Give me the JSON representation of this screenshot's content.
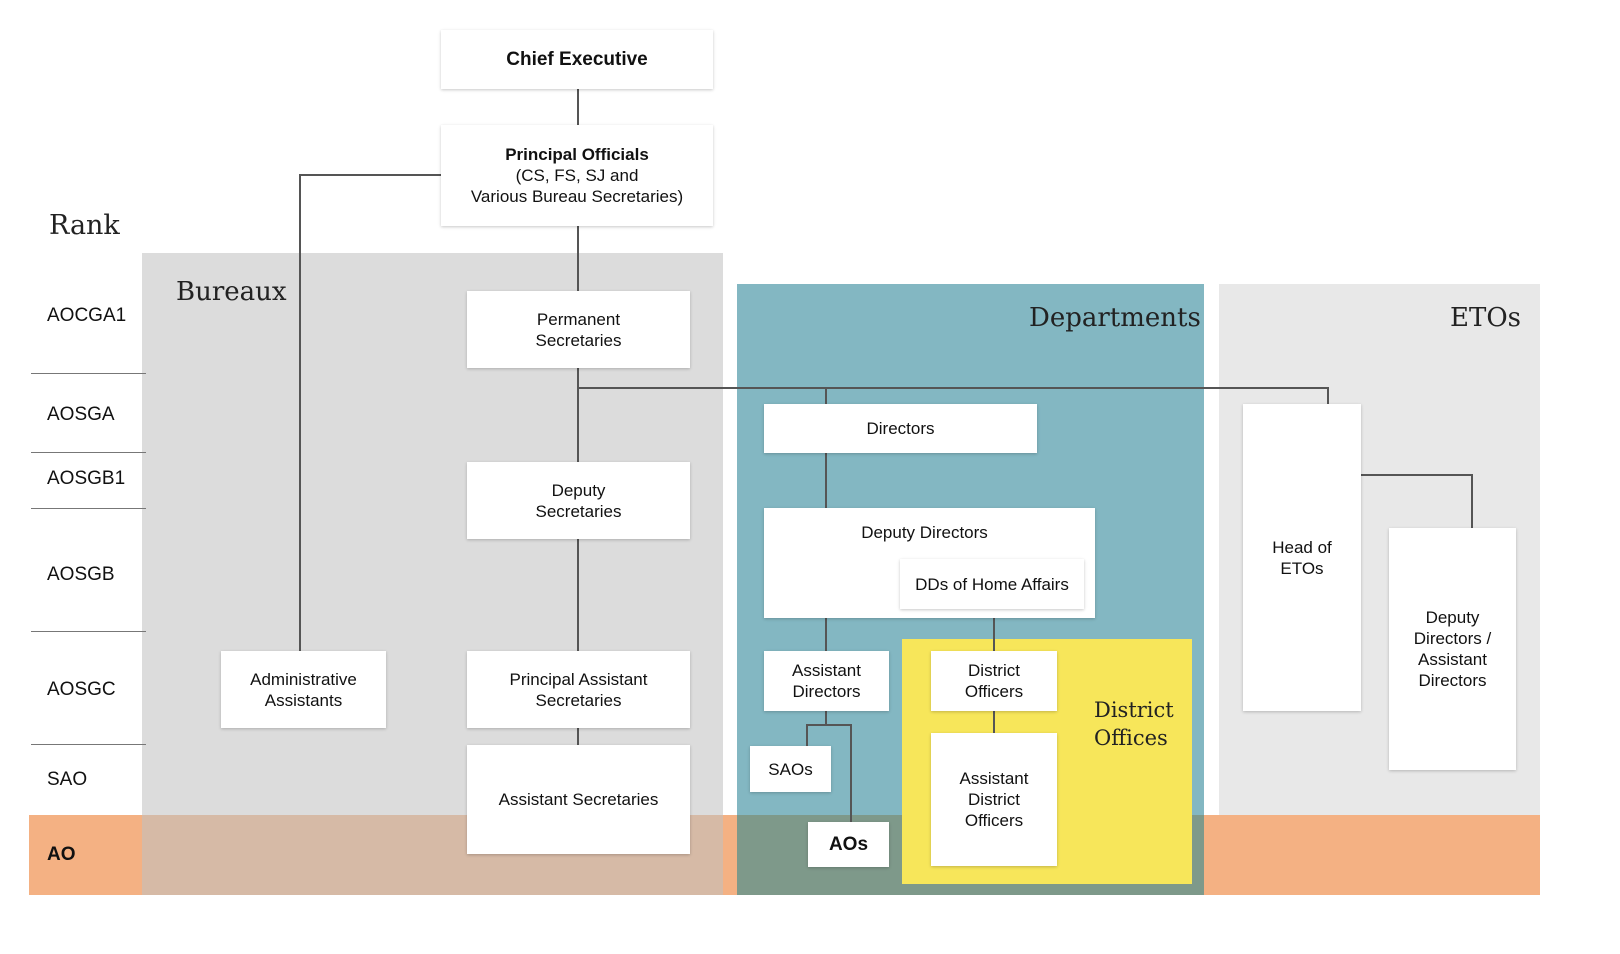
{
  "rank_header": "Rank",
  "ranks": [
    "AOCGA1",
    "AOSGA",
    "AOSGB1",
    "AOSGB",
    "AOSGC",
    "SAO",
    "AO"
  ],
  "regions": {
    "bureaux": "Bureaux",
    "departments": "Departments",
    "etos": "ETOs",
    "district_offices": [
      "District",
      "Offices"
    ]
  },
  "nodes": {
    "chief_executive": "Chief Executive",
    "principal_officials": {
      "title": "Principal Officials",
      "line1": "(CS, FS, SJ and",
      "line2": "Various Bureau Secretaries)"
    },
    "permanent_secretaries": [
      "Permanent",
      "Secretaries"
    ],
    "deputy_secretaries": [
      "Deputy",
      "Secretaries"
    ],
    "principal_assistant_secretaries": [
      "Principal Assistant",
      "Secretaries"
    ],
    "assistant_secretaries": "Assistant Secretaries",
    "administrative_assistants": [
      "Administrative",
      "Assistants"
    ],
    "directors": "Directors",
    "deputy_directors": "Deputy Directors",
    "dds_home_affairs": "DDs of Home Affairs",
    "assistant_directors": [
      "Assistant",
      "Directors"
    ],
    "saos": "SAOs",
    "aos": "AOs",
    "district_officers": [
      "District",
      "Officers"
    ],
    "assistant_district_officers": [
      "Assistant",
      "District",
      "Officers"
    ],
    "head_of_etos": [
      "Head of",
      "ETOs"
    ],
    "deputy_asst_directors": [
      "Deputy",
      "Directors /",
      "Assistant",
      "Directors"
    ]
  },
  "colors": {
    "bureaux_bg": "#dcdcdc",
    "departments_bg": "#83b7c2",
    "etos_bg": "#e8e8e8",
    "district_bg": "#f7e65a",
    "ao_band": "#f4b183"
  }
}
